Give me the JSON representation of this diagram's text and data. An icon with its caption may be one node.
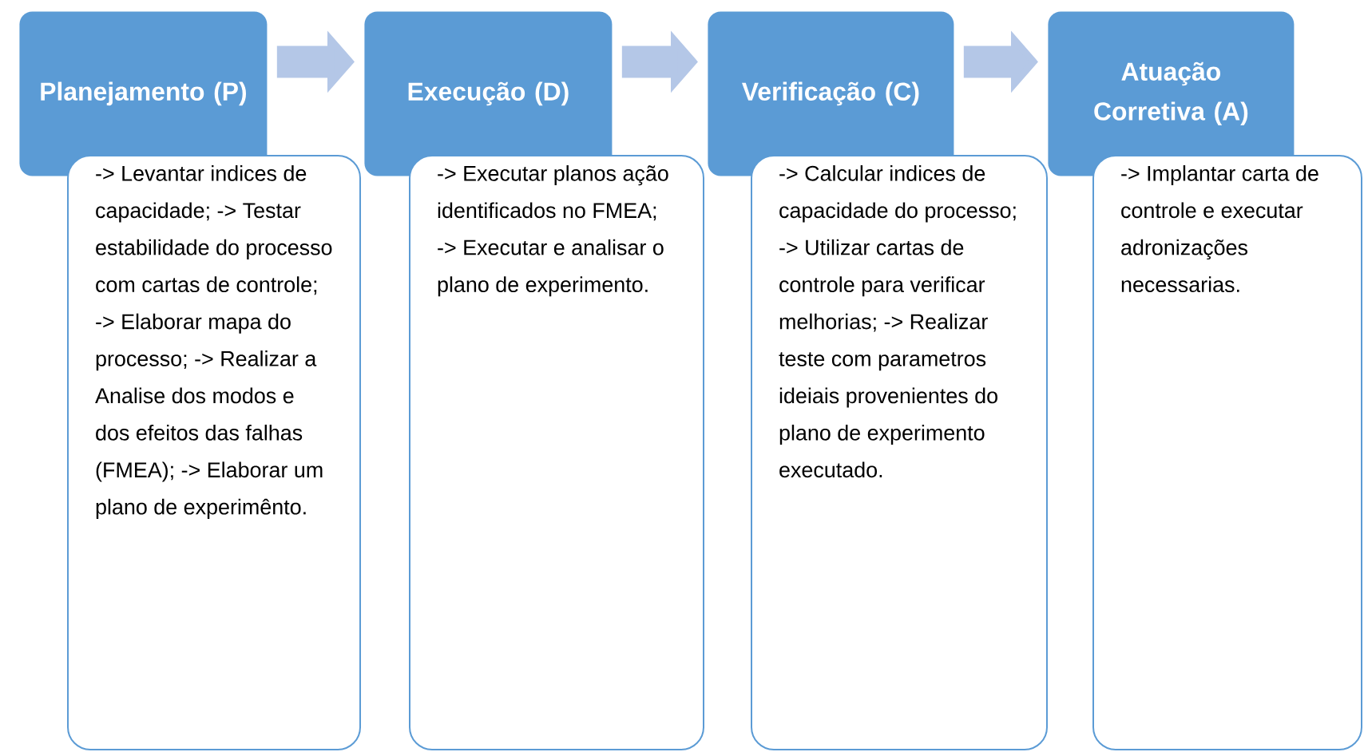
{
  "diagram": {
    "nodes": [
      {
        "text": [
          "Planejamento (P)"
        ]
      },
      {
        "text": [
          "-> Levantar indices de capacidade; -> Testar estabilidade do processo com cartas de controle; -> Elaborar mapa do processo; -> Realizar a Analise dos modos e dos efeitos das falhas (FMEA); -> Elaborar um plano de experimênto."
        ]
      },
      {
        "text": [
          "Execução (D)"
        ]
      },
      {
        "text": [
          "-> Executar planos ação identificados no FMEA; -> Executar e analisar o plano de experimento."
        ]
      },
      {
        "text": [
          "Verificação (C)"
        ]
      },
      {
        "text": [
          "-> Calcular indices de capacidade do processo; -> Utilizar cartas de controle para verificar melhorias; -> Realizar teste com parametros ideiais provenientes do plano de experimento executado."
        ]
      },
      {
        "text": [
          "Atuação Corretiva (A)"
        ]
      },
      {
        "text": [
          "-> Implantar carta de controle e executar adronizações necessarias."
        ]
      }
    ],
    "edges": [
      {
        "from": 0,
        "to": 2,
        "arrow": "to"
      },
      {
        "from": 2,
        "to": 4,
        "arrow": "to"
      },
      {
        "from": 4,
        "to": 6,
        "arrow": "to"
      }
    ]
  }
}
